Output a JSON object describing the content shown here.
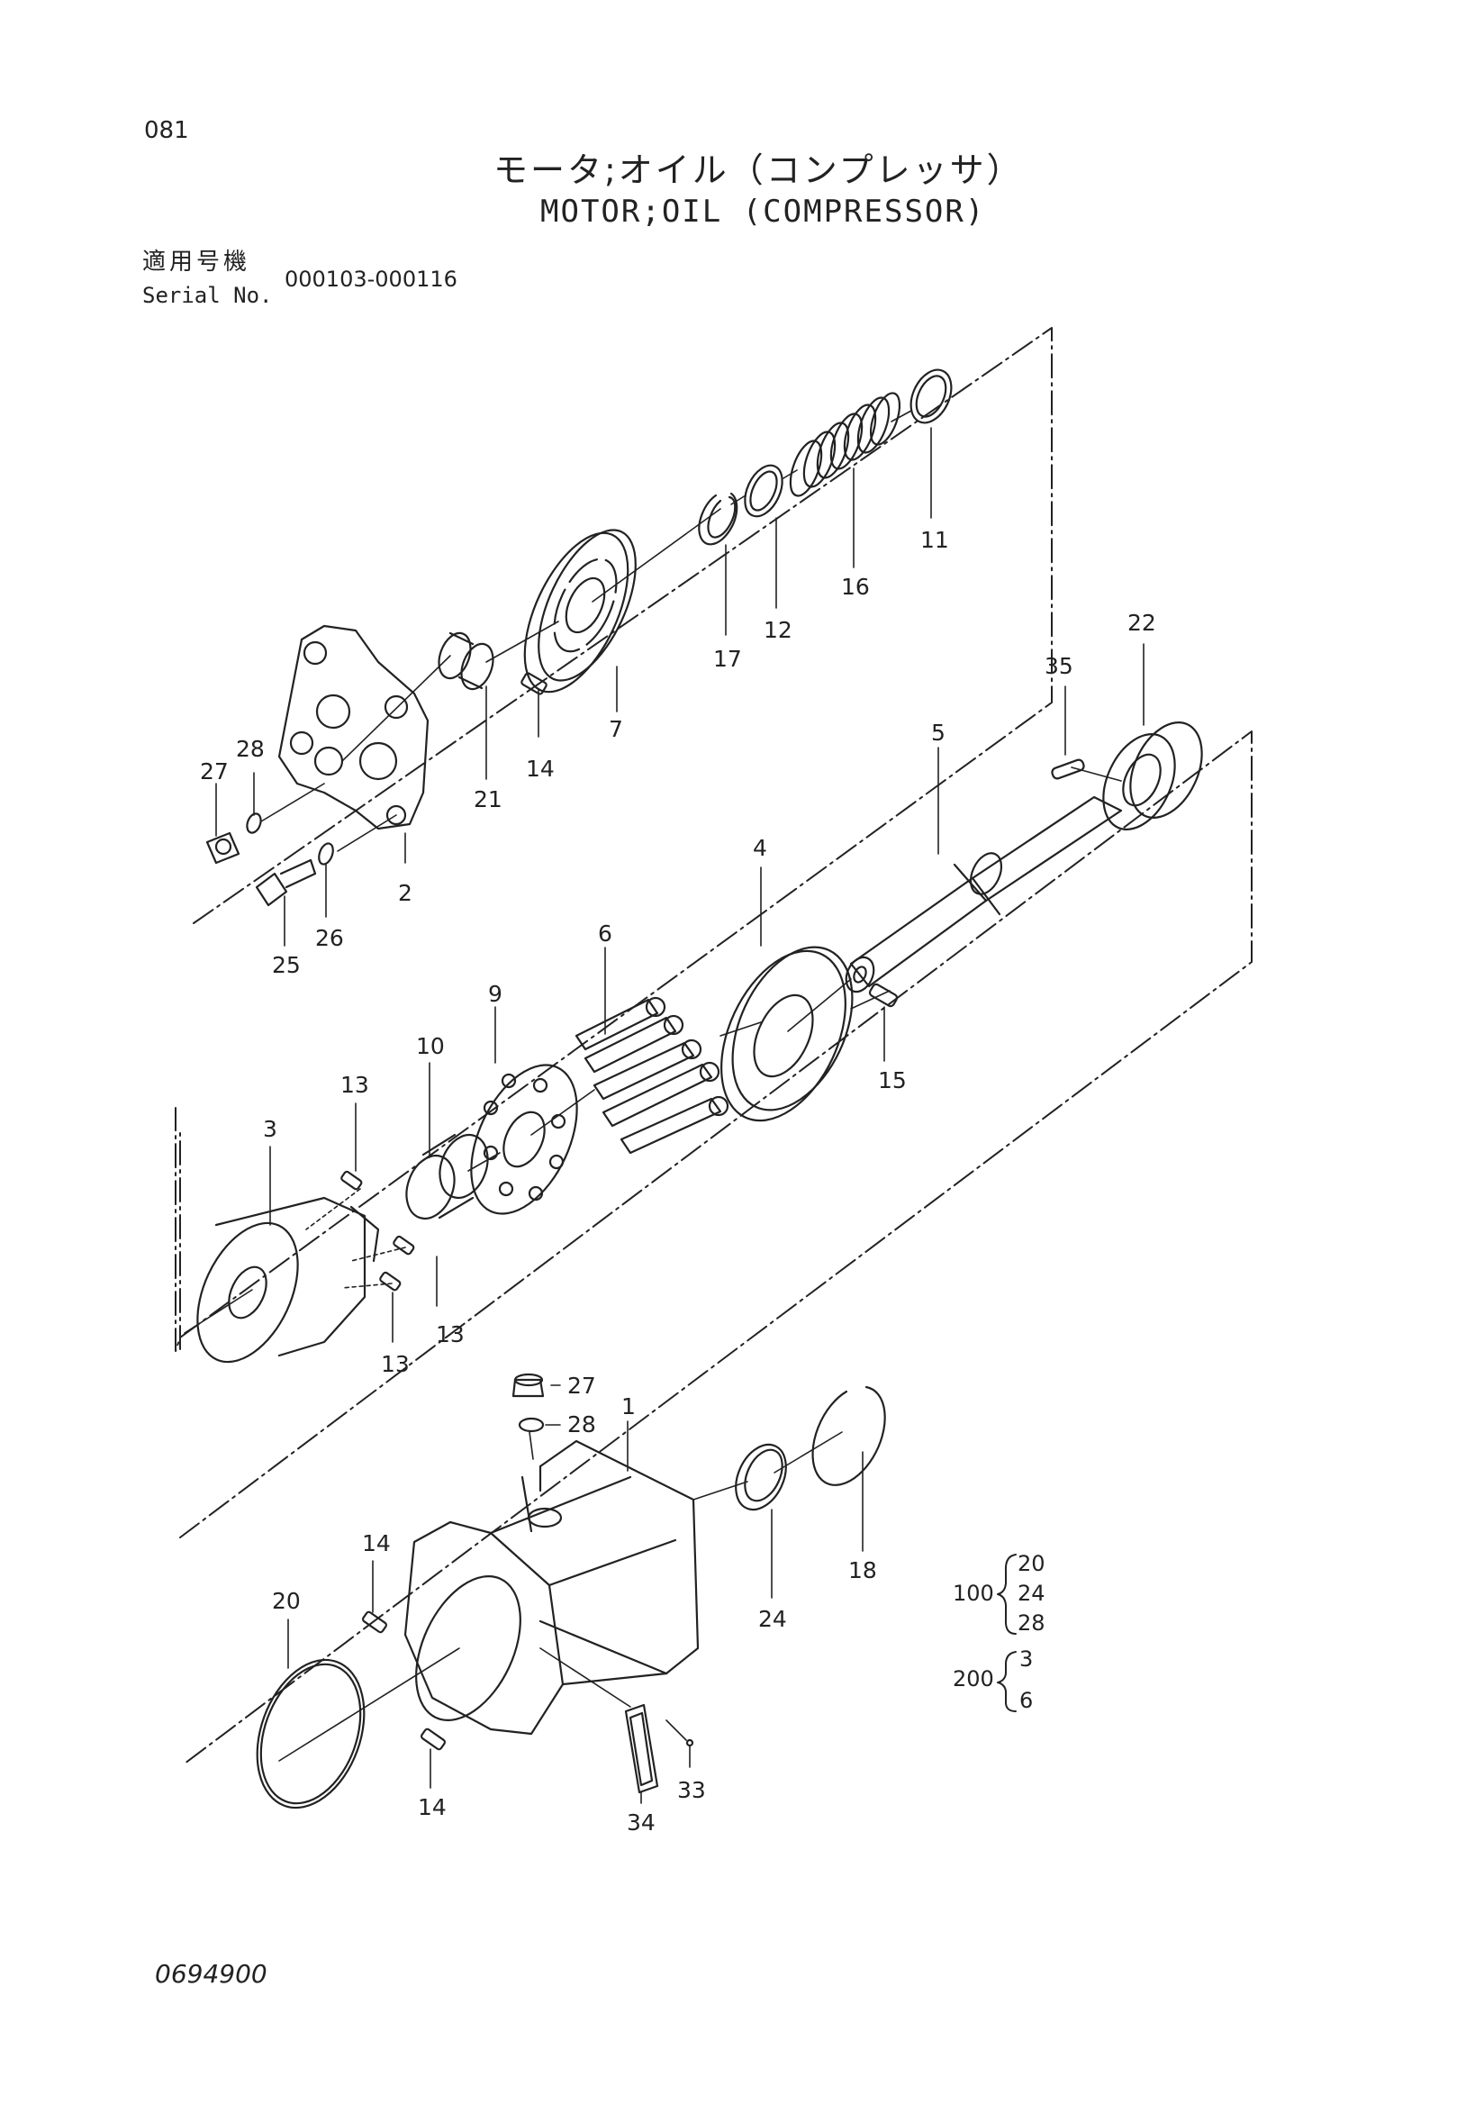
{
  "page_number": "081",
  "title_ja": "モータ;オイル（コンプレッサ）",
  "title_en": "MOTOR;OIL (COMPRESSOR)",
  "serial_label_ja": "適用号機",
  "serial_label_en": "Serial No.",
  "serial_range": "000103-000116",
  "document_number": "0694900",
  "callouts": {
    "c11": "11",
    "c16": "16",
    "c12": "12",
    "c17": "17",
    "c7": "7",
    "c21": "21",
    "c14a": "14",
    "c22": "22",
    "c35": "35",
    "c5": "5",
    "c27a": "27",
    "c28a": "28",
    "c2": "2",
    "c26": "26",
    "c25": "25",
    "c4": "4",
    "c6": "6",
    "c9": "9",
    "c10": "10",
    "c13a": "13",
    "c15": "15",
    "c3": "3",
    "c13b": "13",
    "c13c": "13",
    "c27b": "27",
    "c28b": "28",
    "c1": "1",
    "c14b": "14",
    "c20": "20",
    "c24": "24",
    "c18": "18",
    "c14c": "14",
    "c33": "33",
    "c34": "34"
  },
  "kits": {
    "kit100": {
      "number": "100",
      "items": [
        "20",
        "24",
        "28"
      ]
    },
    "kit200": {
      "number": "200",
      "items": [
        "3",
        "6"
      ]
    }
  }
}
